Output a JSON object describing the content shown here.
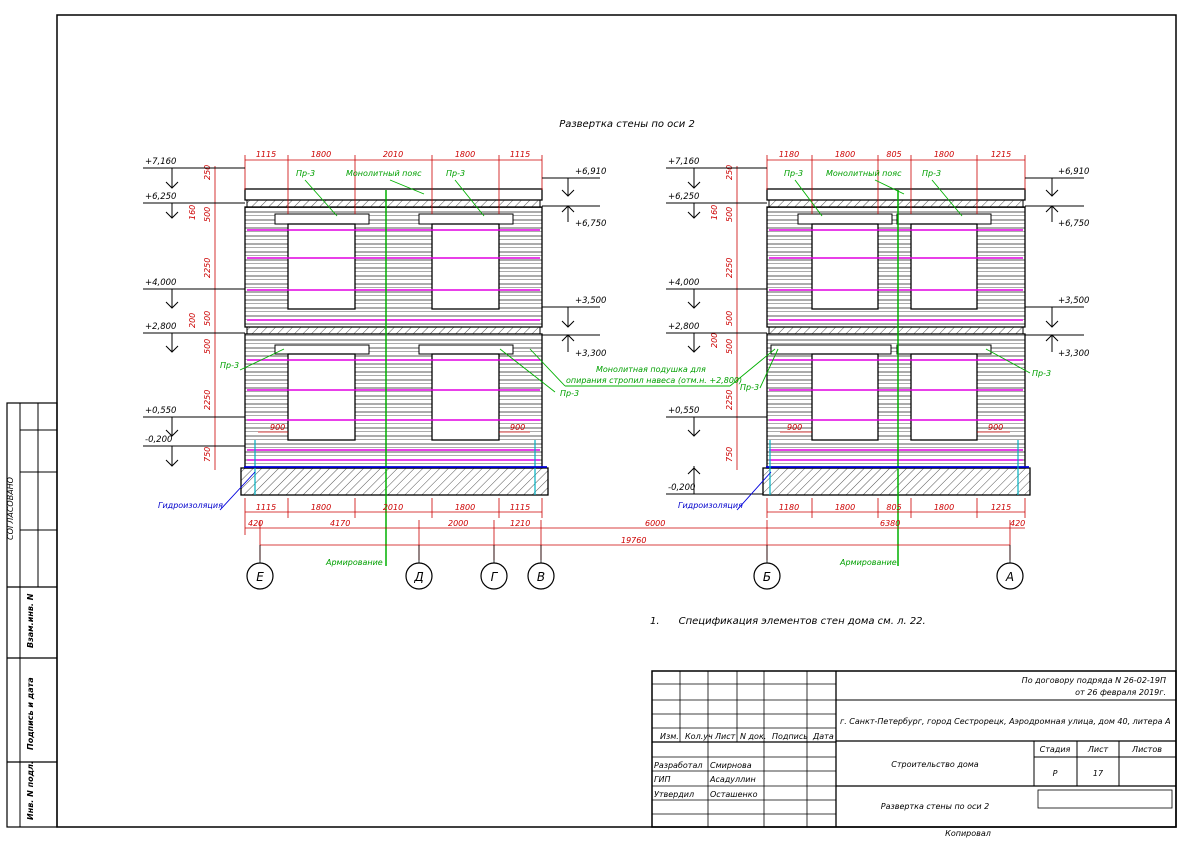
{
  "drawing": {
    "title": "Развертка стены по оси 2",
    "note": "1.      Спецификация элементов стен дома см. л. 22."
  },
  "left_margin": {
    "agreed": "СОГЛАСОВАНО",
    "inv_replace": "Взам.инв. N",
    "sign_date": "Подпись и дата",
    "inv_orig": "Инв. N подл."
  },
  "left_wall": {
    "elev_left": [
      "+7,160",
      "+6,250",
      "+4,000",
      "+2,800",
      "+0,550",
      "-0,200"
    ],
    "elev_right": [
      "+6,910",
      "+6,750",
      "+3,500",
      "+3,300"
    ],
    "top_dims": [
      "1115",
      "1800",
      "2010",
      "1800",
      "1115"
    ],
    "vert_dims": [
      "250",
      "160",
      "500",
      "2250",
      "200",
      "500",
      "500",
      "2250",
      "750"
    ],
    "small_dims": [
      "900",
      "900"
    ],
    "bottom_dims": [
      "1115",
      "1800",
      "2010",
      "1800",
      "1115"
    ],
    "labels": {
      "pr3": "Пр-3",
      "belt": "Монолитный пояс",
      "waterproof": "Гидроизоляция",
      "reinf": "Армирование"
    }
  },
  "right_wall": {
    "elev_left": [
      "+7,160",
      "+6,250",
      "+4,000",
      "+2,800",
      "+0,550",
      "-0,200"
    ],
    "elev_right": [
      "+6,910",
      "+6,750",
      "+3,500",
      "+3,300"
    ],
    "top_dims": [
      "1180",
      "1800",
      "805",
      "1800",
      "1215"
    ],
    "vert_dims": [
      "250",
      "160",
      "500",
      "2250",
      "200",
      "500",
      "500",
      "2250",
      "750"
    ],
    "small_dims": [
      "900",
      "900"
    ],
    "bottom_dims": [
      "1180",
      "1800",
      "805",
      "1800",
      "1215"
    ],
    "labels": {
      "pr3": "Пр-3",
      "belt": "Монолитный пояс",
      "waterproof": "Гидроизоляция",
      "reinf": "Армирование"
    }
  },
  "center_note": {
    "line1": "Монолитная подушка для",
    "line2": "опирания стропил навеса (отм.н. +2,800)"
  },
  "bottom_chain": {
    "left": [
      "420",
      "4170",
      "2000",
      "1210",
      "6000",
      "6380",
      "420"
    ],
    "total": "19760"
  },
  "axes": [
    "Е",
    "Д",
    "Г",
    "В",
    "Б",
    "А"
  ],
  "title_block": {
    "contract1": "По договору подряда N 26-02-19П",
    "contract2": "от 26 февраля 2019г.",
    "address": "г. Санкт-Петербург, город Сестрорецк, Аэродромная улица, дом 40, литера А",
    "headers": [
      "Изм.",
      "Кол.уч",
      "Лист",
      "N док.",
      "Подпись",
      "Дата"
    ],
    "roles": [
      "Разработал",
      "ГИП",
      "Утвердил"
    ],
    "names": [
      "Смирнова",
      "Асадуллин",
      "Осташенко"
    ],
    "project": "Строительство дома",
    "sheet_title": "Развертка стены по оси 2",
    "stage_h": "Стадия",
    "sheet_h": "Лист",
    "sheets_h": "Листов",
    "stage": "Р",
    "sheet": "17",
    "copied": "Копировал"
  }
}
